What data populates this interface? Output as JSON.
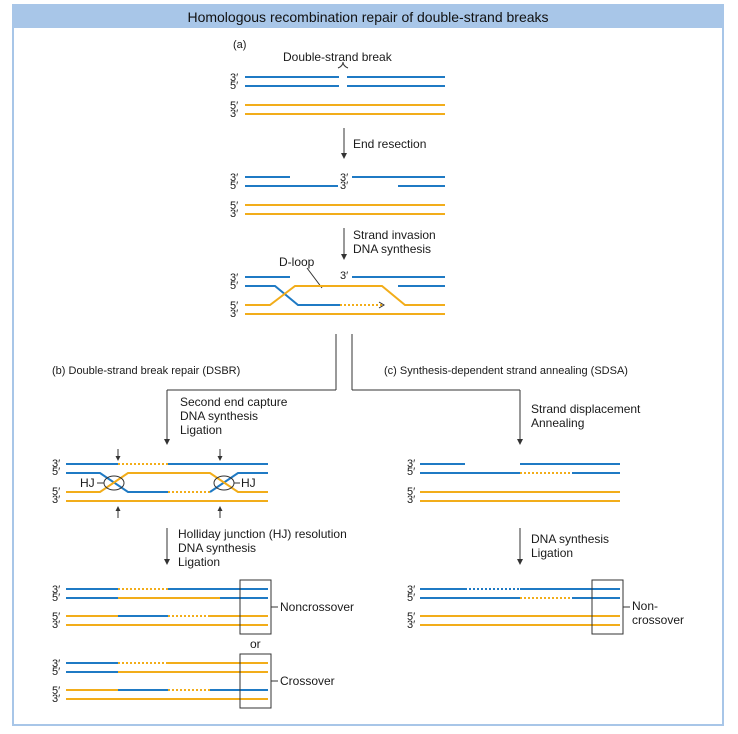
{
  "title": "Homologous recombination repair of double-strand breaks",
  "panels": {
    "a": "(a)",
    "b": "(b) Double-strand break repair (DSBR)",
    "c": "(c) Synthesis-dependent strand annealing (SDSA)"
  },
  "labels": {
    "dsb": "Double-strand break",
    "end_resection": "End resection",
    "strand_invasion": "Strand invasion",
    "dna_synthesis": "DNA synthesis",
    "dloop": "D-loop",
    "second_end_capture": "Second end capture",
    "ligation": "Ligation",
    "strand_displacement": "Strand displacement",
    "annealing": "Annealing",
    "hj": "HJ",
    "hj_resolution": "Holliday junction (HJ) resolution",
    "noncrossover": "Noncrossover",
    "or": "or",
    "crossover": "Crossover",
    "non_hyphen": "Non-",
    "crossover_lower": "crossover"
  },
  "ends": {
    "three_prime": "3′",
    "five_prime": "5′"
  },
  "colors": {
    "blue_strand": "#1f7ac4",
    "yellow_strand": "#f2ad1a",
    "frame": "#a8c6e8"
  }
}
